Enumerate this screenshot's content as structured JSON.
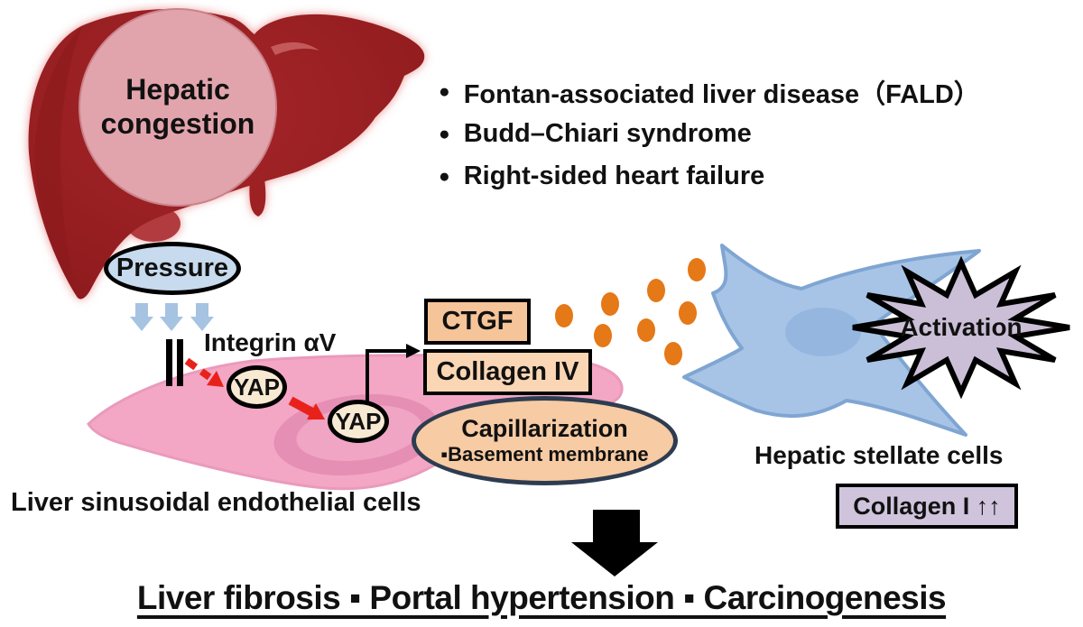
{
  "liver": {
    "label_line1": "Hepatic",
    "label_line2": "congestion"
  },
  "causes": {
    "bullet": "●",
    "items": [
      "Fontan-associated liver disease（FALD）",
      "Budd–Chiari syndrome",
      "Right-sided heart failure"
    ]
  },
  "pathway": {
    "pressure": "Pressure",
    "integrin": "Integrin αV",
    "yap1": "YAP",
    "yap2": "YAP",
    "ctgf": "CTGF",
    "collagen_iv": "Collagen IV",
    "capillarization": "Capillarization",
    "basement_membrane": "▪Basement membrane",
    "lsec_label": "Liver sinusoidal endothelial cells"
  },
  "stellate": {
    "activation": "Activation",
    "label": "Hepatic stellate cells",
    "collagen_i": "Collagen I ↑↑"
  },
  "outcome": {
    "text": "Liver fibrosis ▪ Portal hypertension ▪ Carcinogenesis"
  },
  "colors": {
    "liver_red": "#9d2122",
    "liver_red_dark": "#8a1a1d",
    "congestion_pink": "#e2a4ac",
    "pressure_blue": "#c7daee",
    "arrow_blue": "#a6c3e2",
    "cell_pink": "#f3a7c5",
    "nucleus_pink": "#e58fb5",
    "yap_cream": "#f8e9d2",
    "ctgf_orange": "#f6c499",
    "collagen_iv_orange": "#fad6b4",
    "capillarization_orange": "#f7cba3",
    "capillarization_border_navy": "#2e3c50",
    "dot_orange": "#e57817",
    "stellate_blue": "#a7c4e6",
    "starburst_lavender": "#cbbfd7",
    "collagen_i_lavender": "#cfc4dc",
    "arrow_red": "#e8221a",
    "black": "#000000"
  }
}
